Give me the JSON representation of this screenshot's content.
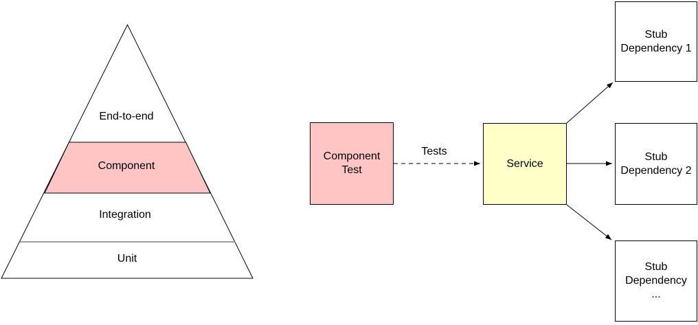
{
  "colors": {
    "pink": "#FFC5C5",
    "yellow": "#FFFFC8",
    "line_black": "#000000",
    "divider_gray": "#7F7F7F",
    "background": "#FFFFFF"
  },
  "pyramid": {
    "layers": [
      {
        "label": "End-to-end"
      },
      {
        "label": "Component"
      },
      {
        "label": "Integration"
      },
      {
        "label": "Unit"
      }
    ]
  },
  "flow": {
    "component_test": {
      "lines": [
        "Component",
        "Test"
      ]
    },
    "arrow_label": "Tests",
    "service": {
      "label": "Service"
    },
    "stubs": [
      {
        "lines": [
          "Stub",
          "Dependency 1"
        ]
      },
      {
        "lines": [
          "Stub",
          "Dependency 2"
        ]
      },
      {
        "lines": [
          "Stub",
          "Dependency",
          "..."
        ]
      }
    ]
  }
}
